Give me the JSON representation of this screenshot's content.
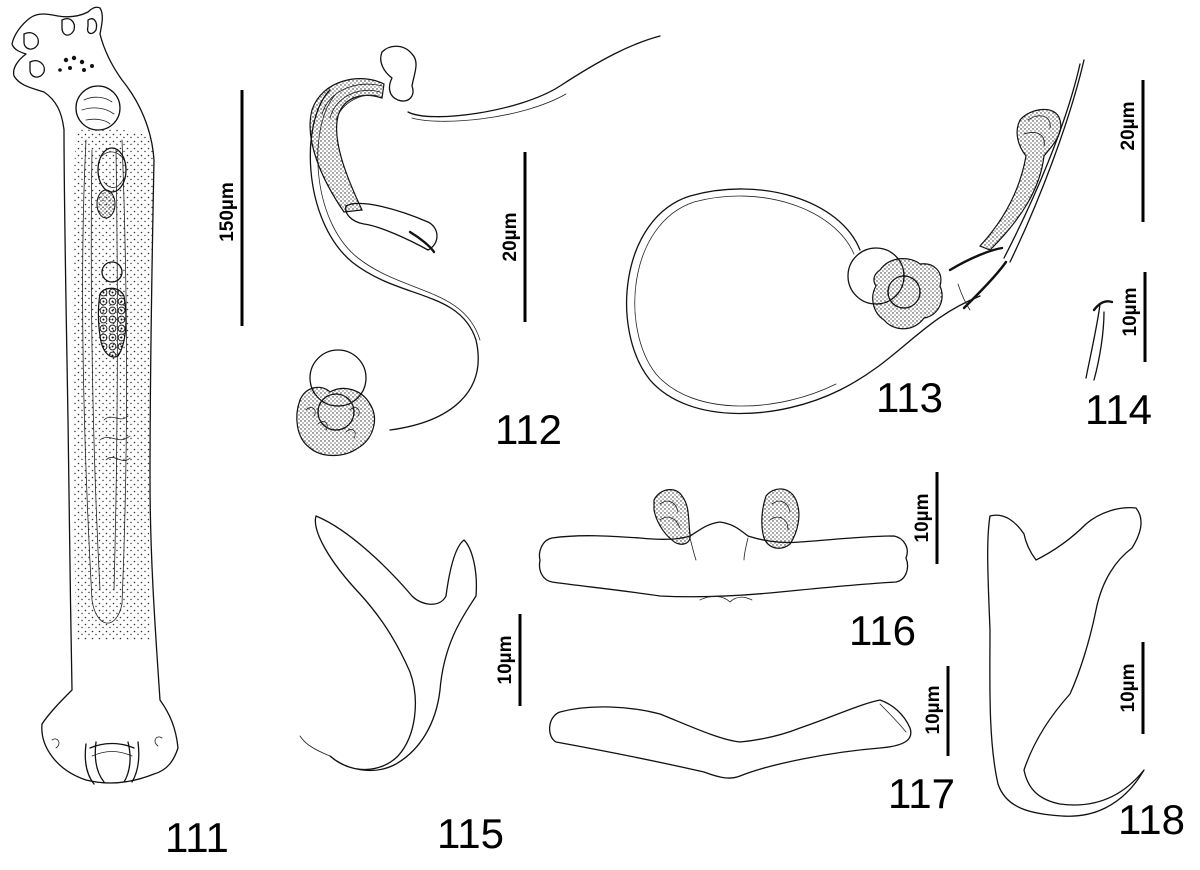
{
  "plate": {
    "figures": [
      {
        "id": "fig-111",
        "label": "111"
      },
      {
        "id": "fig-112",
        "label": "112"
      },
      {
        "id": "fig-113",
        "label": "113"
      },
      {
        "id": "fig-114",
        "label": "114"
      },
      {
        "id": "fig-115",
        "label": "115"
      },
      {
        "id": "fig-116",
        "label": "116"
      },
      {
        "id": "fig-117",
        "label": "117"
      },
      {
        "id": "fig-118",
        "label": "118"
      }
    ],
    "scale_bars": [
      {
        "figure": "111",
        "label": "150µm"
      },
      {
        "figure": "112",
        "label": "20µm"
      },
      {
        "figure": "113",
        "label": "20µm"
      },
      {
        "figure": "114",
        "label": "10µm"
      },
      {
        "figure": "115",
        "label": "10µm"
      },
      {
        "figure": "116",
        "label": "10µm"
      },
      {
        "figure": "117",
        "label": "10µm"
      },
      {
        "figure": "118",
        "label": "10µm"
      }
    ]
  },
  "colors": {
    "ink": "#111111",
    "background": "#ffffff"
  }
}
